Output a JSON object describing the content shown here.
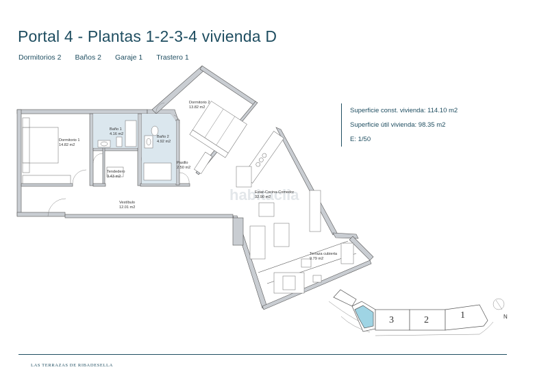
{
  "header": {
    "title": "Portal 4 - Plantas 1-2-3-4 vivienda D"
  },
  "features": [
    {
      "label": "Dormitorios 2"
    },
    {
      "label": "Baños 2"
    },
    {
      "label": "Garaje 1"
    },
    {
      "label": "Trastero 1"
    }
  ],
  "info": {
    "sup_const": "Superficie const. vivienda: 114.10 m2",
    "sup_util": "Superficie útil vivienda: 98.35 m2",
    "scale": "E: 1/50"
  },
  "rooms": {
    "dormitorio1": {
      "name": "Dormitorio 1",
      "area": "14.82 m2"
    },
    "dormitorio2": {
      "name": "Dormitorio 2",
      "area": "13.82 m2"
    },
    "bano1": {
      "name": "Baño 1",
      "area": "4.16 m2"
    },
    "bano2": {
      "name": "Baño 2",
      "area": "4.92 m2"
    },
    "tendedero": {
      "name": "Tendedero",
      "area": "3.43 m2"
    },
    "pasillo": {
      "name": "Pasillo",
      "area": "2.50 m2"
    },
    "estar": {
      "name": "Estar-Cocina-Comedor",
      "area": "32.90 m2"
    },
    "vestibulo": {
      "name": "Vestíbulo",
      "area": "12.01 m2"
    },
    "terraza": {
      "name": "Terraza cubierta",
      "area": "9.79 m2"
    }
  },
  "key_plan": {
    "blocks": [
      "3",
      "2",
      "1"
    ],
    "north": "N",
    "highlight_color": "#9fd4e4"
  },
  "footer": {
    "brand": "LAS TERRAZAS DE RIBADESELLA"
  },
  "colors": {
    "accent": "#1e4d60"
  }
}
